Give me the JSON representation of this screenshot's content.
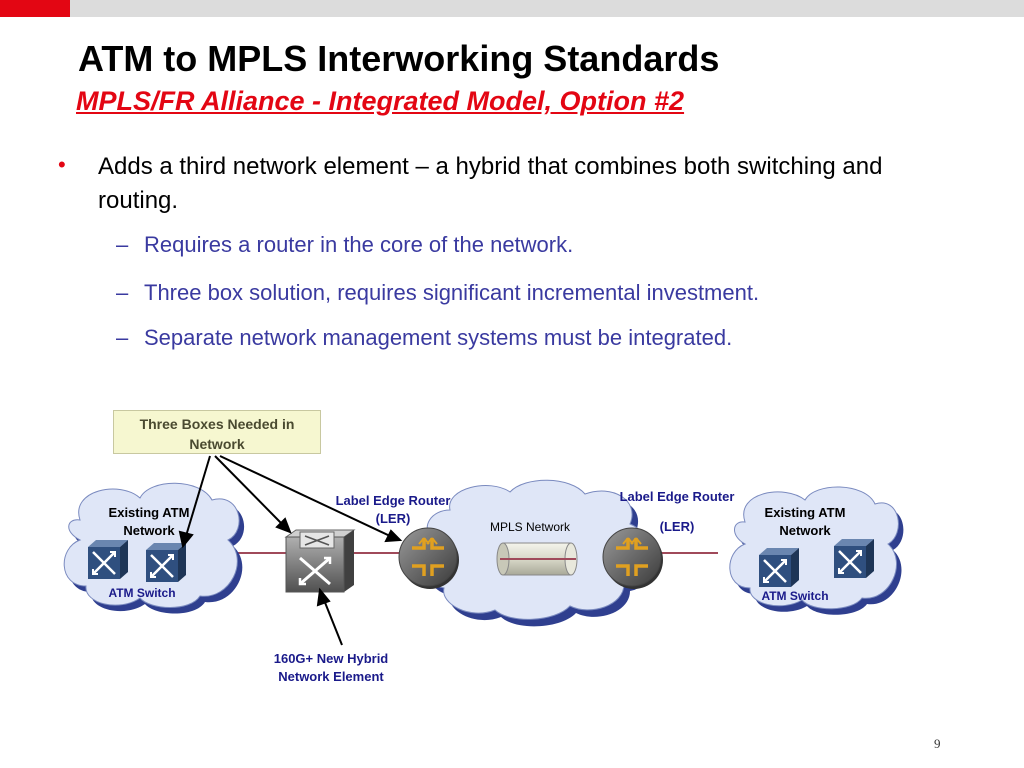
{
  "slide": {
    "title": "ATM to MPLS Interworking Standards",
    "subtitle": "MPLS/FR Alliance - Integrated Model, Option #2",
    "bullet_symbol": "•",
    "bullet": "Adds a third network element – a hybrid that  combines both switching and routing.",
    "sub_dash": "–",
    "sub_bullets": [
      "Requires a router in the core of the network.",
      "Three box solution, requires significant incremental investment.",
      "Separate network management systems must be integrated."
    ],
    "page_number": "9"
  },
  "diagram": {
    "callout": "Three Boxes Needed in Network",
    "left_cloud_label": "Existing ATM Network",
    "left_switch_label": "ATM Switch",
    "right_cloud_label": "Existing ATM Network",
    "right_switch_label": "ATM Switch",
    "ler_left_line1": "Label Edge Router",
    "ler_left_line2": "(LER)",
    "ler_right_line1": "Label Edge Router",
    "ler_right_line2": "(LER)",
    "mpls_label": "MPLS Network",
    "hybrid_label": "160G+ New Hybrid Network Element"
  },
  "colors": {
    "accent_red": "#e30613",
    "sub_bullet_blue": "#3a3aa0",
    "cloud_fill": "#dfe6f7",
    "cloud_shadow": "#2f3f8f",
    "switch_blue": "#2f4f7f",
    "link_line": "#a04a5a"
  }
}
